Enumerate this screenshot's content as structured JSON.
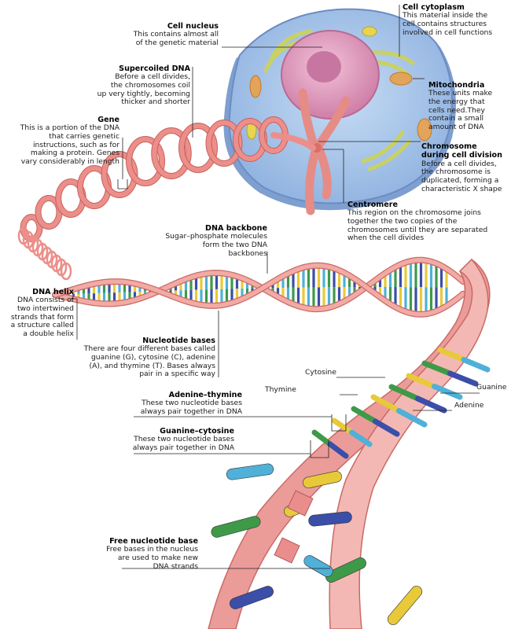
{
  "labels": {
    "cell_nucleus": {
      "title": "Cell nucleus",
      "desc": "This contains almost all\nof the genetic material"
    },
    "cell_cytoplasm": {
      "title": "Cell cytoplasm",
      "desc": "This material inside the\ncell contains structures\ninvolved in cell functions"
    },
    "supercoiled_dna": {
      "title": "Supercoiled DNA",
      "desc": "Before a cell divides,\nthe chromosomes coil\nup very tightly, becoming\nthicker and shorter"
    },
    "mitochondria": {
      "title": "Mitochondria",
      "desc": "These units make\nthe energy that\ncells need.They\ncontain a small\namount of DNA"
    },
    "gene": {
      "title": "Gene",
      "desc": "This is a portion of the DNA\nthat carries genetic\ninstructions, such as for\nmaking a protein. Genes\nvary considerably in length"
    },
    "chromosome": {
      "title": "Chromosome\nduring cell division",
      "desc": "Before a cell divides,\nthe chromosome is\nduplicated, forming a\ncharacteristic X shape"
    },
    "centromere": {
      "title": "Centromere",
      "desc": "This region on the chromosome joins\ntogether the two copies of the\nchromosomes until they are separated\nwhen the cell divides"
    },
    "dna_backbone": {
      "title": "DNA backbone",
      "desc": "Sugar–phosphate molecules\nform the two DNA backbones"
    },
    "dna_helix": {
      "title": "DNA helix",
      "desc": "DNA consists of\ntwo intertwined\nstrands that form\na structure called\na double helix"
    },
    "nucleotide_bases": {
      "title": "Nucleotide bases",
      "desc": "There are four different bases called\nguanine (G), cytosine (C), adenine\n(A), and thymine (T). Bases always\npair in a specific way"
    },
    "adenine_thymine": {
      "title": "Adenine–thymine",
      "desc": "These two nucleotide bases\nalways pair together in DNA"
    },
    "guanine_cytosine": {
      "title": "Guanine–cytosine",
      "desc": "These two nucleotide bases\nalways pair together in DNA"
    },
    "free_base": {
      "title": "Free nucleotide base",
      "desc": "Free bases in the nucleus\nare used to make new\nDNA strands"
    }
  },
  "base_tags": {
    "cytosine": "Cytosine",
    "thymine": "Thymine",
    "guanine": "Guanine",
    "adenine": "Adenine"
  },
  "colors": {
    "adenine": "#e8c93a",
    "thymine": "#4fb0d8",
    "guanine": "#3e9a48",
    "cytosine": "#3b4ea8",
    "backbone": "#e98d8d",
    "chromatin": "#ec8f8a",
    "cell": "#9fc0e8",
    "nucleus": "#e3a6c4",
    "golgi": "#cfd96b"
  }
}
